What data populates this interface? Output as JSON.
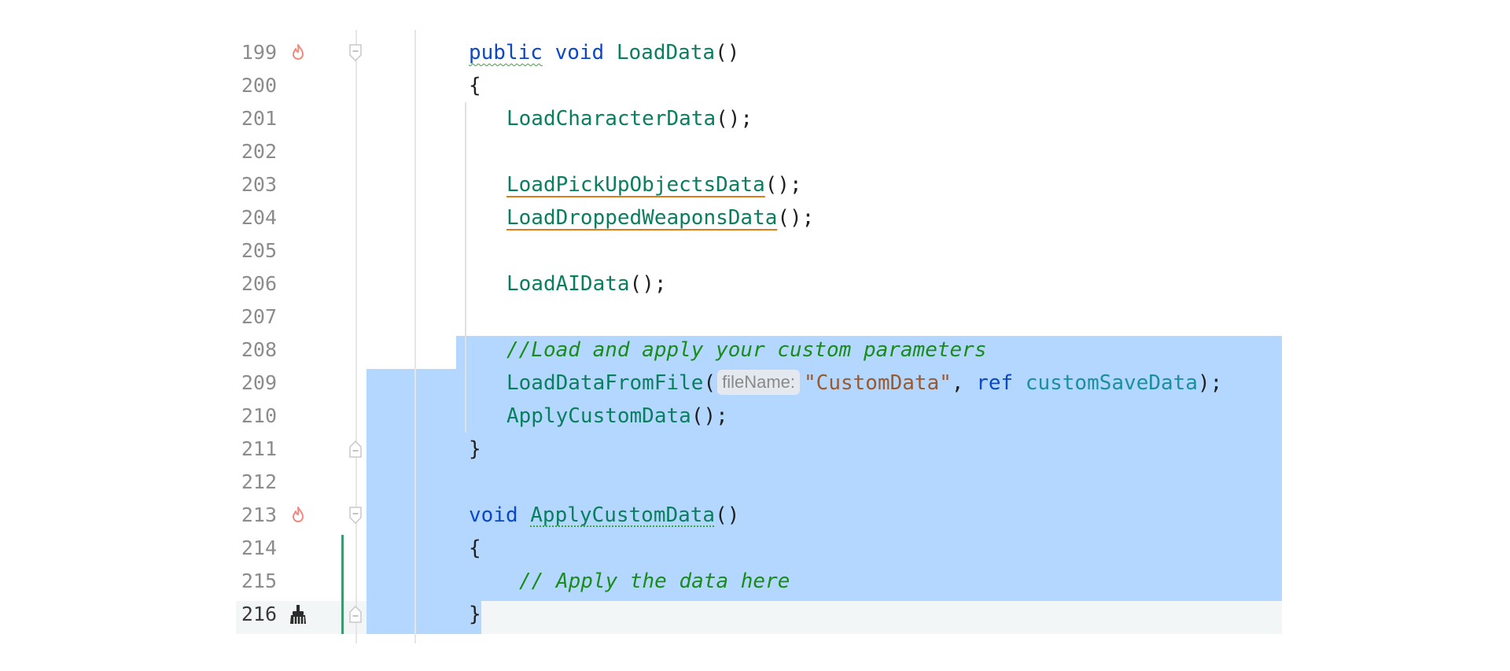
{
  "editor": {
    "lines": [
      {
        "number": "199",
        "tokens": {
          "t1": "public",
          "t2": " ",
          "t3": "void",
          "t4": " ",
          "t5": "LoadData",
          "t6": "()"
        }
      },
      {
        "number": "200",
        "tokens": {
          "t1": "{"
        }
      },
      {
        "number": "201",
        "tokens": {
          "t1": "LoadCharacterData",
          "t2": "();"
        }
      },
      {
        "number": "202",
        "tokens": {}
      },
      {
        "number": "203",
        "tokens": {
          "t1": "LoadPickUpObjectsData",
          "t2": "();"
        }
      },
      {
        "number": "204",
        "tokens": {
          "t1": "LoadDroppedWeaponsData",
          "t2": "();"
        }
      },
      {
        "number": "205",
        "tokens": {}
      },
      {
        "number": "206",
        "tokens": {
          "t1": "LoadAIData",
          "t2": "();"
        }
      },
      {
        "number": "207",
        "tokens": {}
      },
      {
        "number": "208",
        "tokens": {
          "t1": "//Load and apply your custom parameters"
        }
      },
      {
        "number": "209",
        "tokens": {
          "t1": "LoadDataFromFile",
          "t2": "(",
          "hint": "fileName:",
          "t3": "\"CustomData\"",
          "t4": ", ",
          "t5": "ref",
          "t6": " ",
          "t7": "customSaveData",
          "t8": ");"
        }
      },
      {
        "number": "210",
        "tokens": {
          "t1": "ApplyCustomData",
          "t2": "();"
        }
      },
      {
        "number": "211",
        "tokens": {
          "t1": "}"
        }
      },
      {
        "number": "212",
        "tokens": {}
      },
      {
        "number": "213",
        "tokens": {
          "t1": "void",
          "t2": " ",
          "t3": "ApplyCustomData",
          "t4": "()"
        }
      },
      {
        "number": "214",
        "tokens": {
          "t1": "{"
        }
      },
      {
        "number": "215",
        "tokens": {
          "t1": "// Apply the data here"
        }
      },
      {
        "number": "216",
        "tokens": {
          "t1": "}"
        }
      }
    ],
    "gutter_icons": {
      "hot_method": "flame-icon",
      "cleanup": "broom-icon"
    },
    "colors": {
      "selection": "#b3d7ff",
      "keyword": "#0b47c7",
      "method": "#0a7f5f",
      "string": "#9a5a2f",
      "comment": "#1a8c1a",
      "field": "#1a8f9f",
      "flame": "#f08a80"
    }
  }
}
